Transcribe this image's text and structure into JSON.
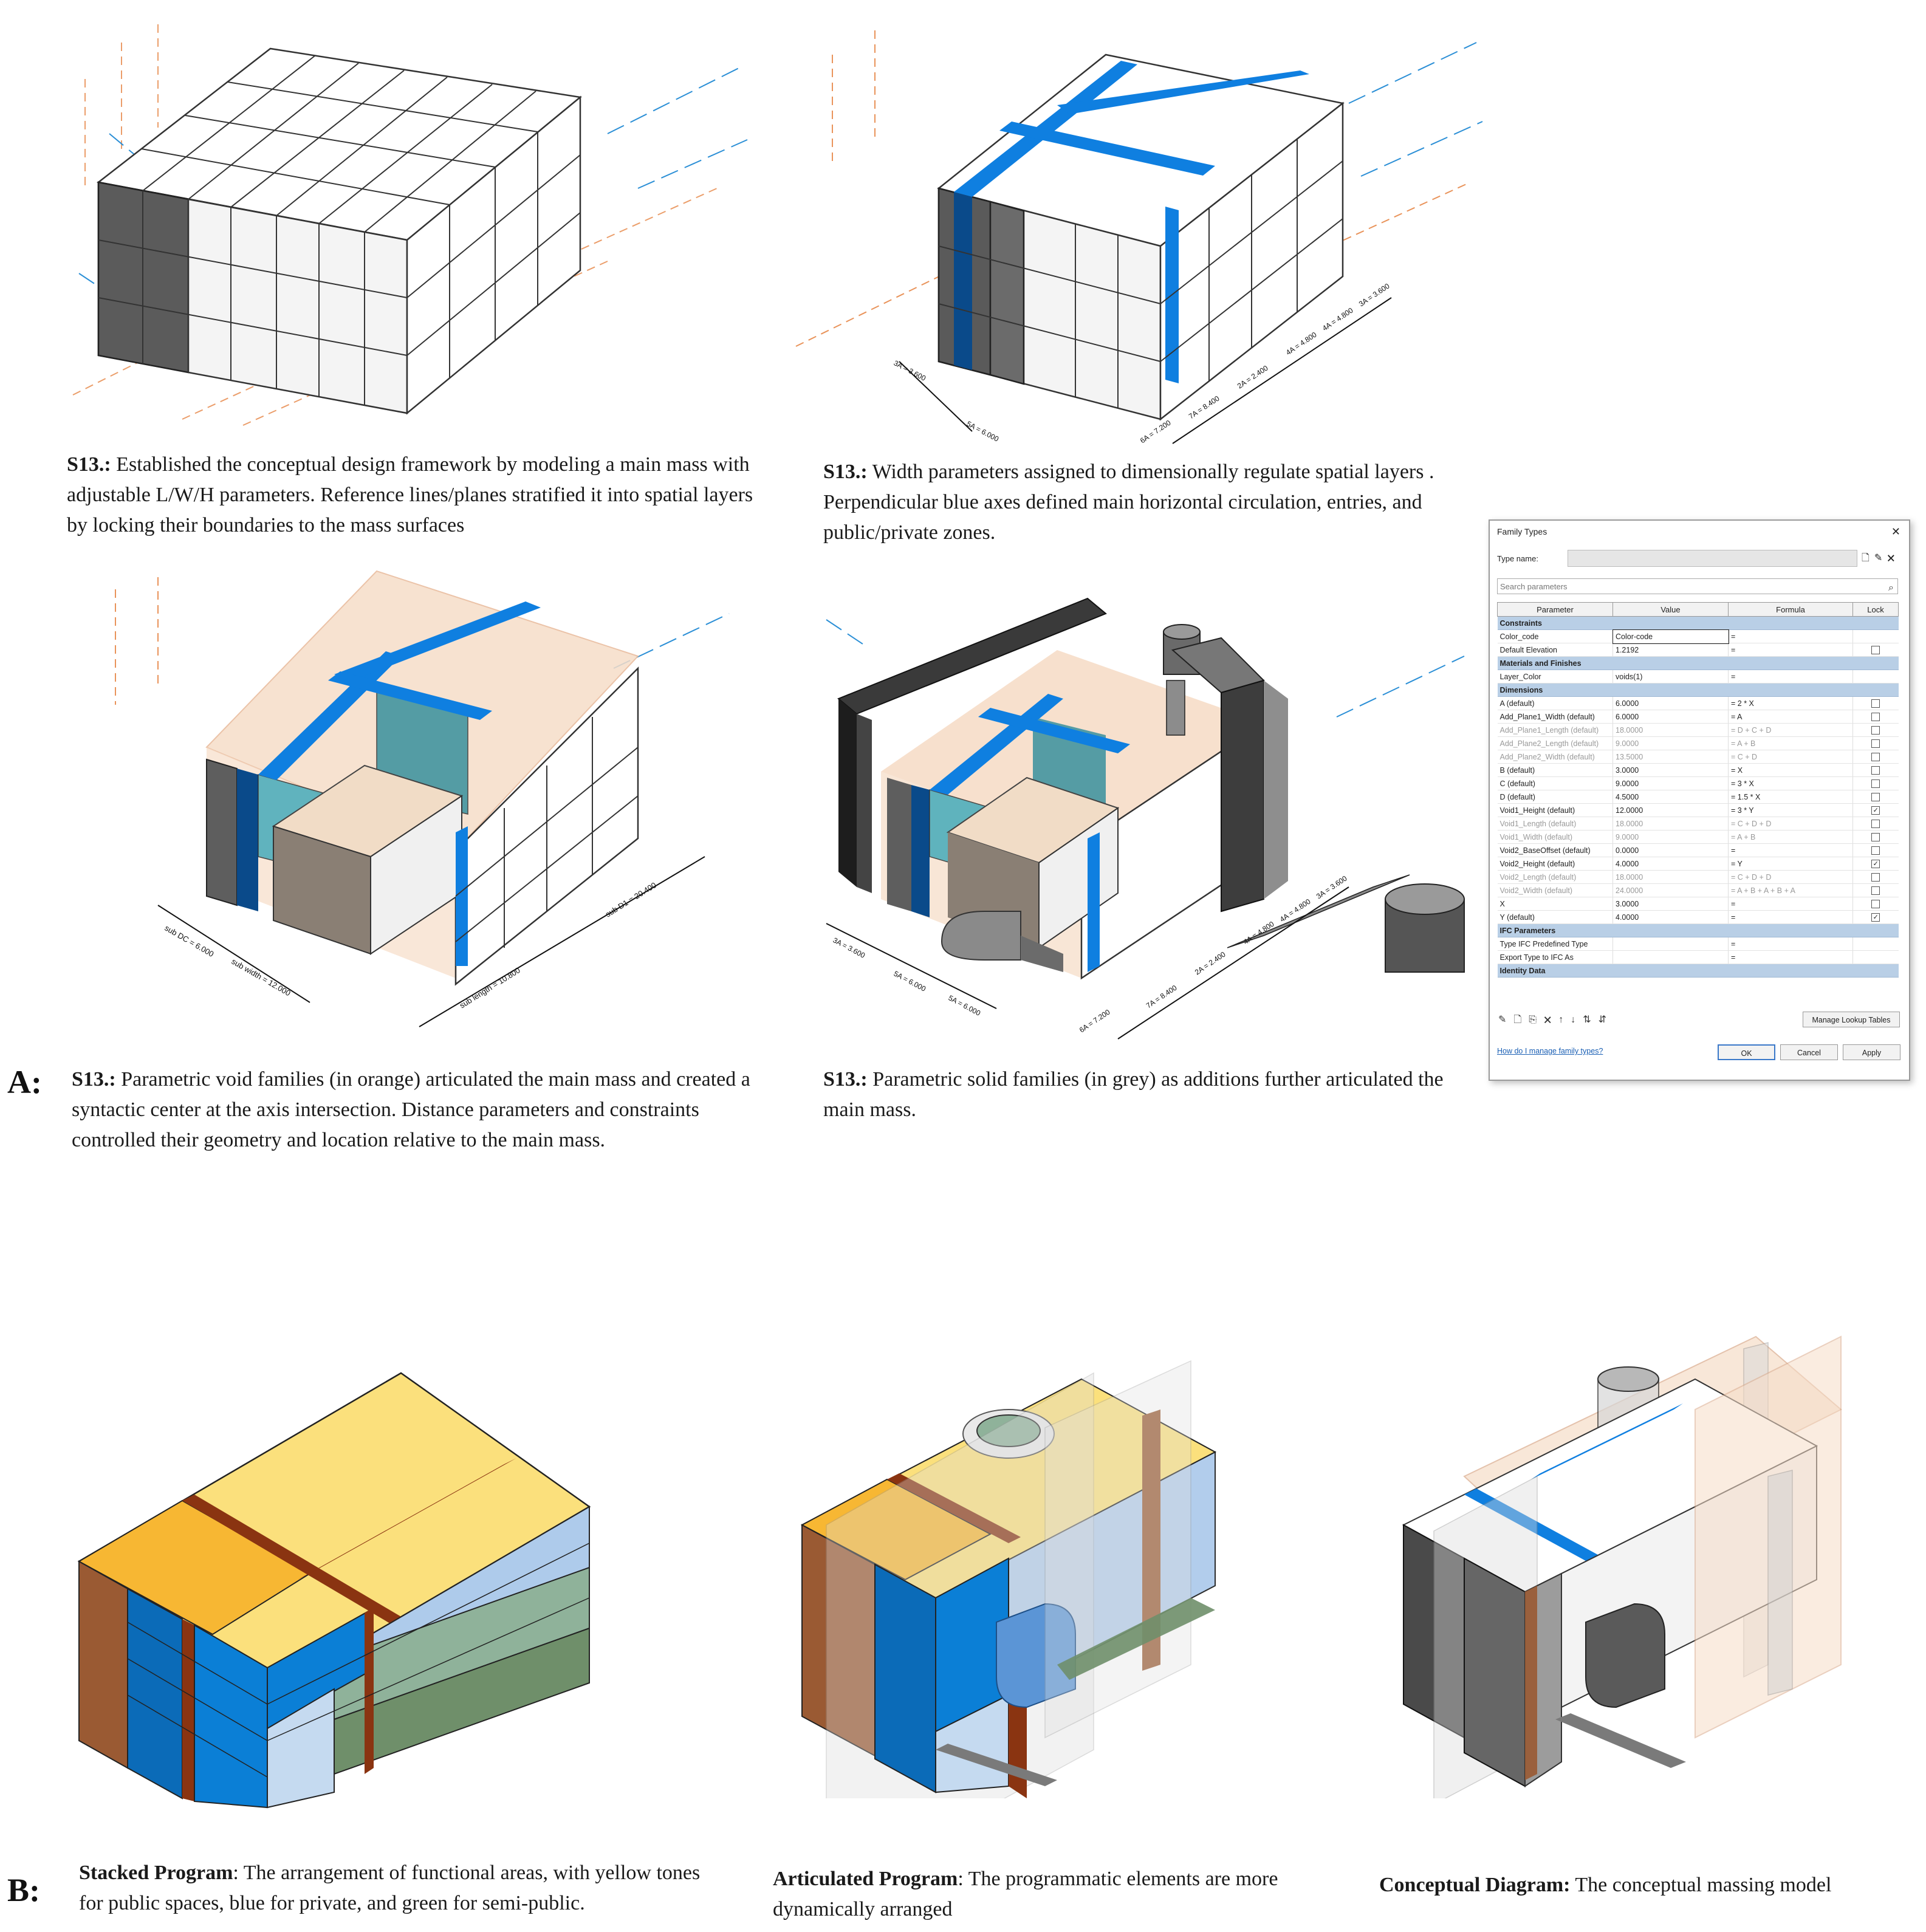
{
  "captions": {
    "c1": {
      "bold": "S13.:",
      "text": " Established the conceptual design framework by modeling a main mass with adjustable L/W/H parameters. Reference lines/planes stratified it into spatial layers by locking their boundaries to the mass surfaces"
    },
    "c2": {
      "bold": "S13.:",
      "text": " Width parameters assigned to dimensionally regulate spatial layers . Perpendicular blue axes defined main horizontal circulation, entries, and public/private zones."
    },
    "c3": {
      "bold": "S13.:",
      "text": " Parametric void families (in orange) articulated the main mass and created a syntactic center at the axis intersection. Distance parameters and constraints controlled their geometry and location relative to the main mass."
    },
    "c4": {
      "bold": "S13.:",
      "text": " Parametric solid families (in grey) as additions further articulated the main mass."
    },
    "b1": {
      "bold": "Stacked Program",
      "text": ": The arrangement of functional areas, with yellow tones for public spaces, blue for private, and green for semi-public."
    },
    "b2": {
      "bold": "Articulated Program",
      "text": ": The programmatic elements are more dynamically arranged"
    },
    "b3": {
      "bold": "Conceptual Diagram:",
      "text": " The conceptual massing model"
    }
  },
  "section_labels": {
    "a": "A:",
    "b": "B:"
  },
  "dimension_labels": {
    "fig2": [
      "3A = 3.600",
      "3A = 3.600",
      "5A = 6.000",
      "2A = 2.400",
      "4A = 4.800",
      "4A = 4.800",
      "3A = 3.600",
      "7A = 8.400",
      "6A = 7.200"
    ],
    "fig3": [
      "sub DC = 6.000",
      "sub width = 12.000",
      "sub length = 10.800",
      "sub D1 = 20.400"
    ],
    "fig4": [
      "3A = 3.600",
      "5A = 6.000",
      "5A = 6.000",
      "7A = 8.400",
      "2A = 2.400",
      "4A = 4.800",
      "4A = 4.800",
      "3A = 3.600",
      "6A = 7.200"
    ]
  },
  "dialog": {
    "title": "Family Types",
    "type_name_label": "Type name:",
    "search_placeholder": "Search parameters",
    "headers": [
      "Parameter",
      "Value",
      "Formula",
      "Lock"
    ],
    "groups": [
      {
        "name": "Constraints",
        "rows": [
          {
            "p": "Color_code",
            "v": "Color-code",
            "f": "=",
            "lock": "none",
            "dim": false,
            "boxed": true
          },
          {
            "p": "Default Elevation",
            "v": "1.2192",
            "f": "=",
            "lock": "off",
            "dim": false
          }
        ]
      },
      {
        "name": "Materials and Finishes",
        "rows": [
          {
            "p": "Layer_Color",
            "v": "voids(1)",
            "f": "=",
            "lock": "none",
            "dim": false
          }
        ]
      },
      {
        "name": "Dimensions",
        "rows": [
          {
            "p": "A (default)",
            "v": "6.0000",
            "f": "= 2 * X",
            "lock": "off",
            "dim": false
          },
          {
            "p": "Add_Plane1_Width (default)",
            "v": "6.0000",
            "f": "= A",
            "lock": "off",
            "dim": false
          },
          {
            "p": "Add_Plane1_Length (default)",
            "v": "18.0000",
            "f": "= D + C + D",
            "lock": "off",
            "dim": true
          },
          {
            "p": "Add_Plane2_Length (default)",
            "v": "9.0000",
            "f": "= A + B",
            "lock": "off",
            "dim": true
          },
          {
            "p": "Add_Plane2_Width (default)",
            "v": "13.5000",
            "f": "= C + D",
            "lock": "off",
            "dim": true
          },
          {
            "p": "B (default)",
            "v": "3.0000",
            "f": "= X",
            "lock": "off",
            "dim": false
          },
          {
            "p": "C (default)",
            "v": "9.0000",
            "f": "= 3 * X",
            "lock": "off",
            "dim": false
          },
          {
            "p": "D (default)",
            "v": "4.5000",
            "f": "= 1.5 * X",
            "lock": "off",
            "dim": false
          },
          {
            "p": "Void1_Height (default)",
            "v": "12.0000",
            "f": "= 3 * Y",
            "lock": "on",
            "dim": false
          },
          {
            "p": "Void1_Length (default)",
            "v": "18.0000",
            "f": "= C + D + D",
            "lock": "off",
            "dim": true
          },
          {
            "p": "Void1_Width (default)",
            "v": "9.0000",
            "f": "= A + B",
            "lock": "off",
            "dim": true
          },
          {
            "p": "Void2_BaseOffset (default)",
            "v": "0.0000",
            "f": "=",
            "lock": "off",
            "dim": false
          },
          {
            "p": "Void2_Height (default)",
            "v": "4.0000",
            "f": "= Y",
            "lock": "on",
            "dim": false
          },
          {
            "p": "Void2_Length (default)",
            "v": "18.0000",
            "f": "= C + D + D",
            "lock": "off",
            "dim": true
          },
          {
            "p": "Void2_Width (default)",
            "v": "24.0000",
            "f": "= A + B + A + B + A",
            "lock": "off",
            "dim": true
          },
          {
            "p": "X",
            "v": "3.0000",
            "f": "=",
            "lock": "off",
            "dim": false
          },
          {
            "p": "Y (default)",
            "v": "4.0000",
            "f": "=",
            "lock": "on",
            "dim": false
          }
        ]
      },
      {
        "name": "IFC Parameters",
        "rows": [
          {
            "p": "Type IFC Predefined Type",
            "v": "",
            "f": "=",
            "lock": "none",
            "dim": false
          },
          {
            "p": "Export Type to IFC As",
            "v": "",
            "f": "=",
            "lock": "none",
            "dim": false
          }
        ]
      },
      {
        "name": "Identity Data",
        "rows": []
      }
    ],
    "manage_lookup": "Manage Lookup Tables",
    "help_link": "How do I manage family types?",
    "ok": "OK",
    "cancel": "Cancel",
    "apply": "Apply"
  },
  "colors": {
    "blue_axis": "#0f7fe0",
    "dark_grey": "#5a5a5a",
    "light_grey": "#f3f3f3",
    "void_orange": "#f6ddc8",
    "teal_glass": "#3aa7b8",
    "yellow_public": "#fbe07c",
    "orange_public": "#f7b733",
    "brown_band": "#8a3411",
    "wood_brown": "#9a5a33",
    "blue_private": "#0b7fd6",
    "light_blue": "#aecbeb",
    "green_semi": "#8fb29a"
  }
}
